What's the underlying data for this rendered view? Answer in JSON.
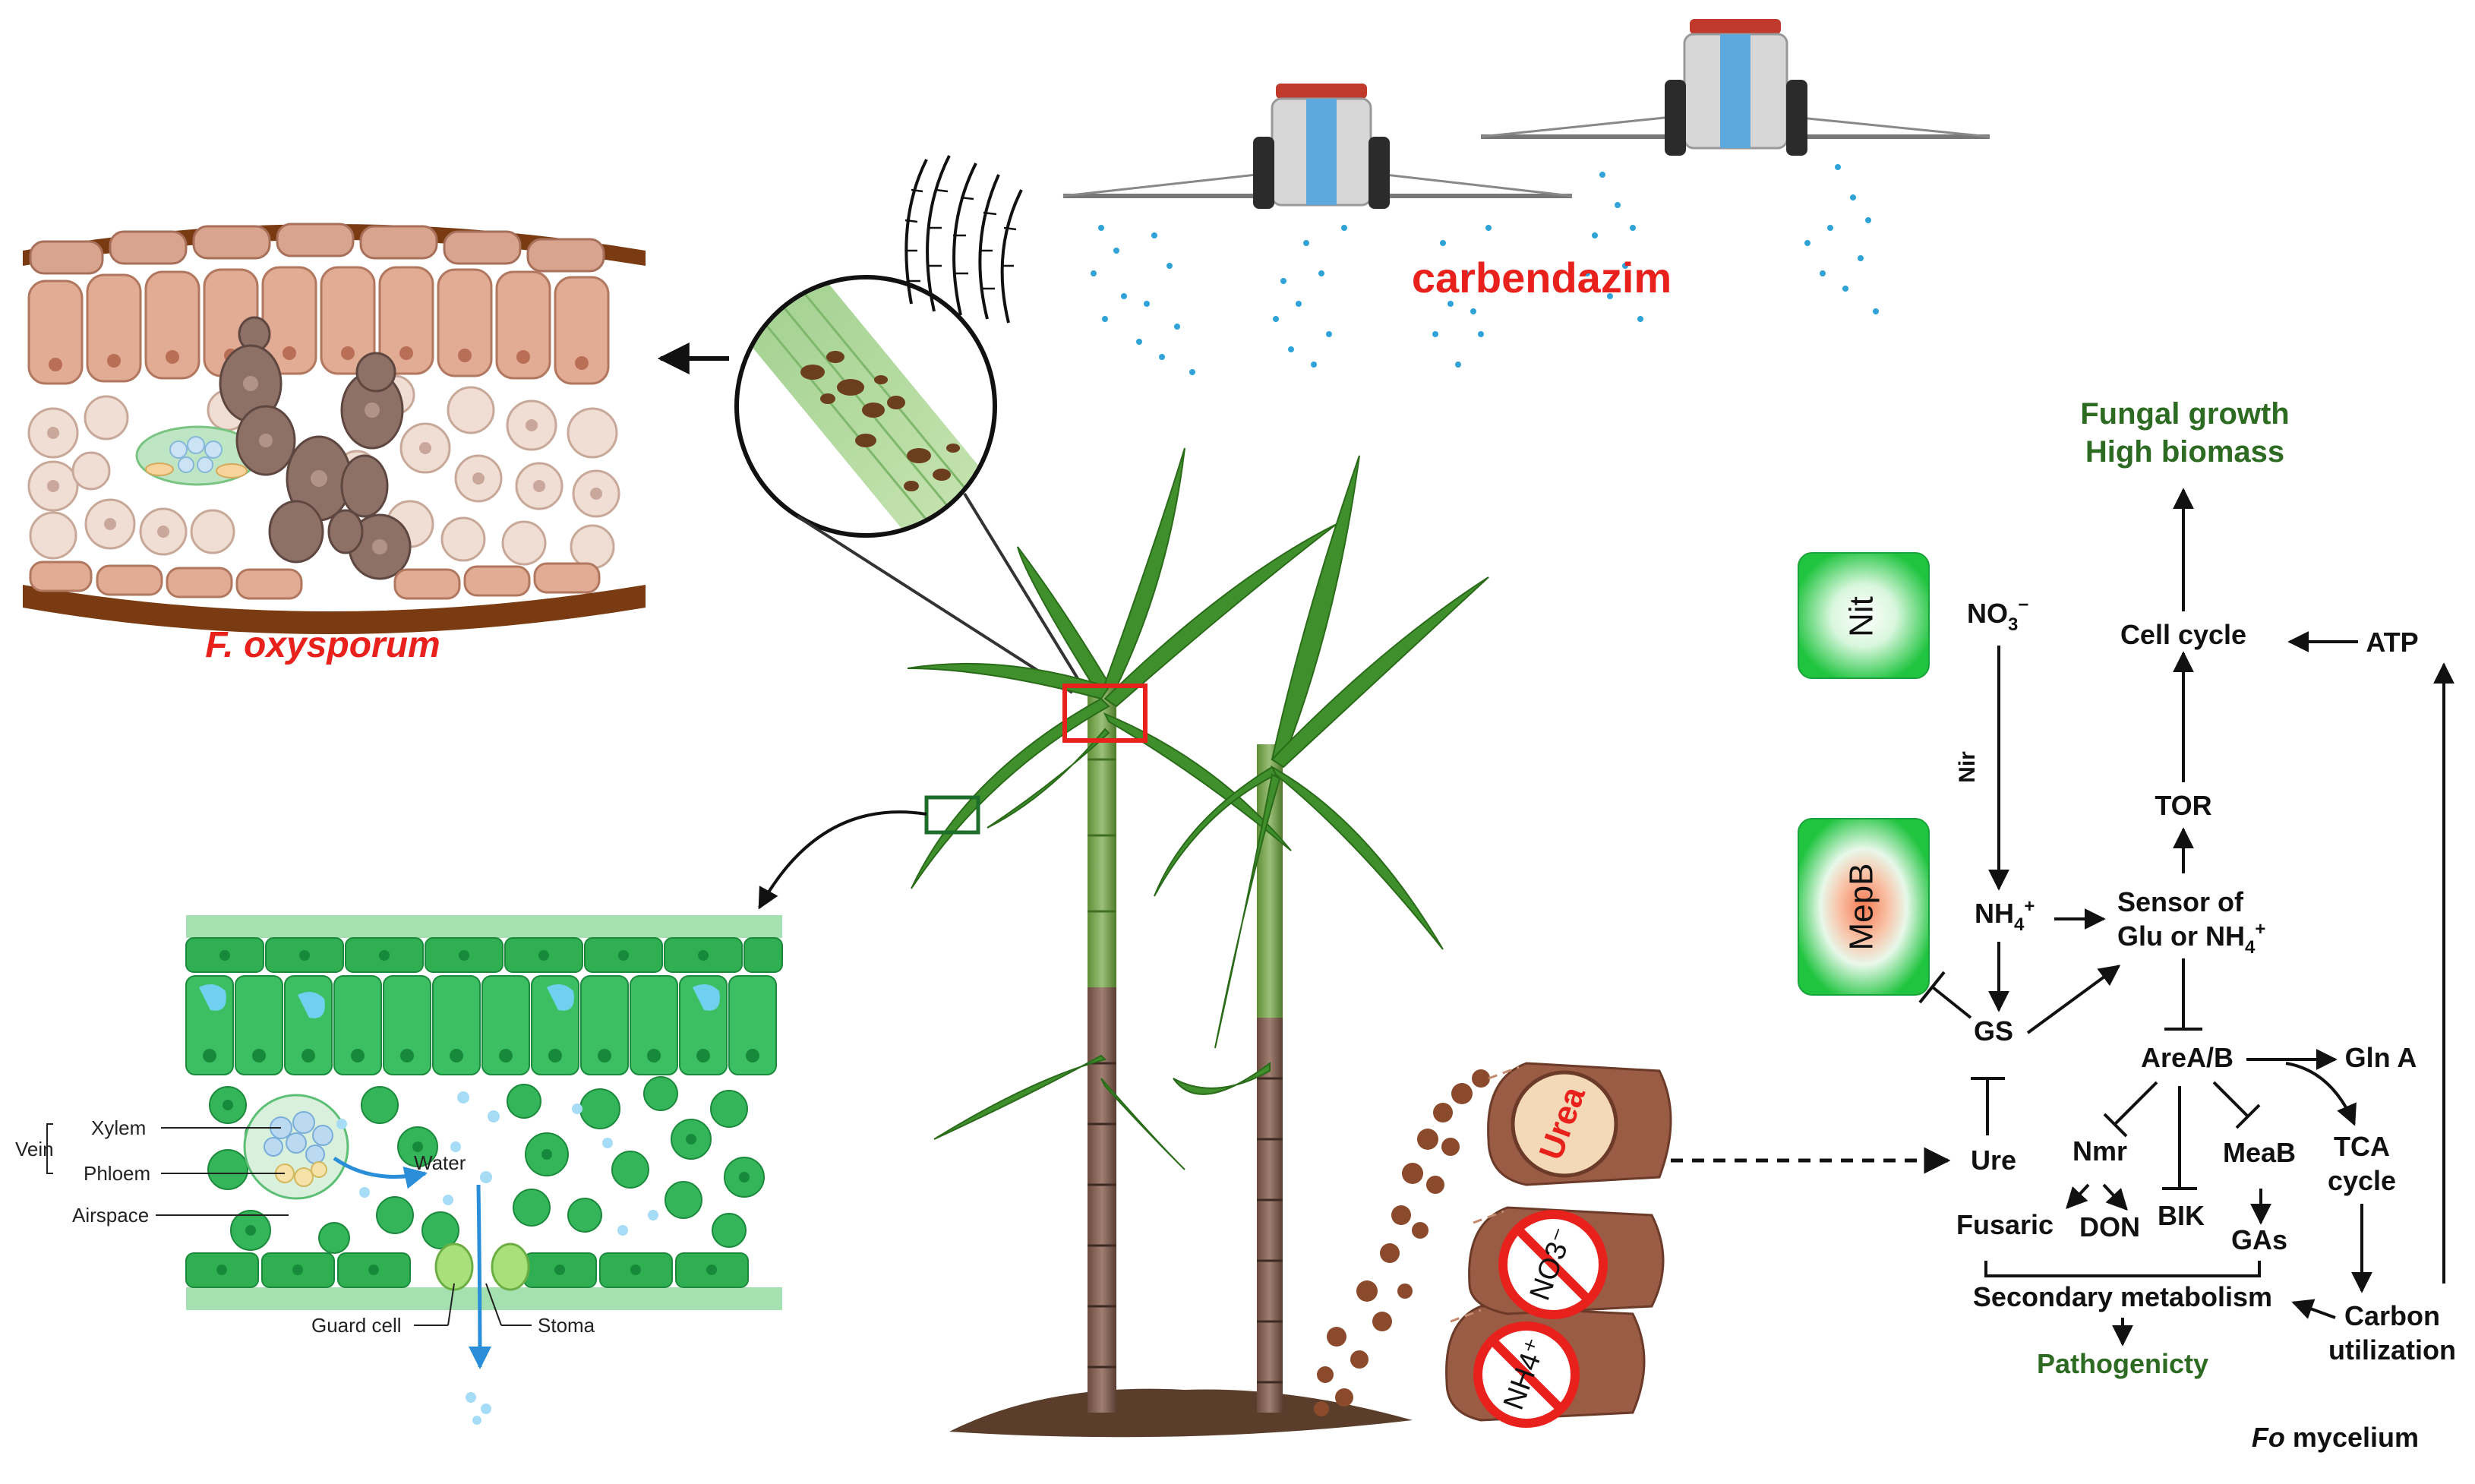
{
  "labels": {
    "carbendazim": "carbendazim",
    "pathogen": "F. oxysporum",
    "fungal_growth": "Fungal growth",
    "high_biomass": "High biomass",
    "organism_italic": "Fo",
    "organism_rest": " mycelium"
  },
  "leaf_section": {
    "vein": "Vein",
    "xylem": "Xylem",
    "phloem": "Phloem",
    "airspace": "Airspace",
    "water": "Water",
    "guard_cell": "Guard cell",
    "stoma": "Stoma"
  },
  "fertilizer_bags": {
    "urea": "Urea",
    "nitrate": "NO3⁻",
    "ammonium": "NH4⁺"
  },
  "genes": {
    "nit": "Nit",
    "mepb": "MepB"
  },
  "pathway": {
    "no3_main": "NO",
    "no3_sub": "3",
    "no3_sup": "−",
    "nir": "Nir",
    "nh4_main": "NH",
    "nh4_sub": "4",
    "nh4_sup": "+",
    "gs": "GS",
    "ure": "Ure",
    "sensor_line1": "Sensor of",
    "sensor_line2": "Glu or NH",
    "tor": "TOR",
    "cell_cycle": "Cell cycle",
    "atp": "ATP",
    "area_b": "AreA/B",
    "gln_a": "Gln A",
    "nmr": "Nmr",
    "meab": "MeaB",
    "tca_line1": "TCA",
    "tca_line2": "cycle",
    "fusaric": "Fusaric",
    "don": "DON",
    "bik": "BIK",
    "gas": "GAs",
    "secondary_metabolism": "Secondary metabolism",
    "pathogenicity": "Pathogenicty",
    "carbon_line1": "Carbon",
    "carbon_line2": "utilization"
  },
  "colors": {
    "red_label": "#e8211c",
    "dark_green_label": "#2d6a22",
    "leaf_green": "#3f8f2c",
    "cell_green": "#37b05a",
    "gene_box": "#22c84a",
    "bark": "#7a3b12",
    "tissue_pink": "#d9a48d"
  }
}
